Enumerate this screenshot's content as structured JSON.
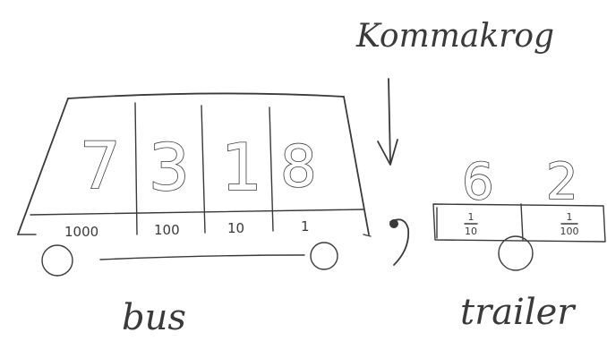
{
  "labels": {
    "decimal_hook": "Kommakrog",
    "bus": "bus",
    "trailer": "trailer"
  },
  "bus": {
    "digits": [
      "7",
      "3",
      "1",
      "8"
    ],
    "place_values": [
      "1000",
      "100",
      "10",
      "1"
    ]
  },
  "trailer": {
    "digits": [
      "6",
      "2"
    ],
    "place_values": [
      {
        "numerator": "1",
        "denominator": "10"
      },
      {
        "numerator": "1",
        "denominator": "100"
      }
    ]
  }
}
